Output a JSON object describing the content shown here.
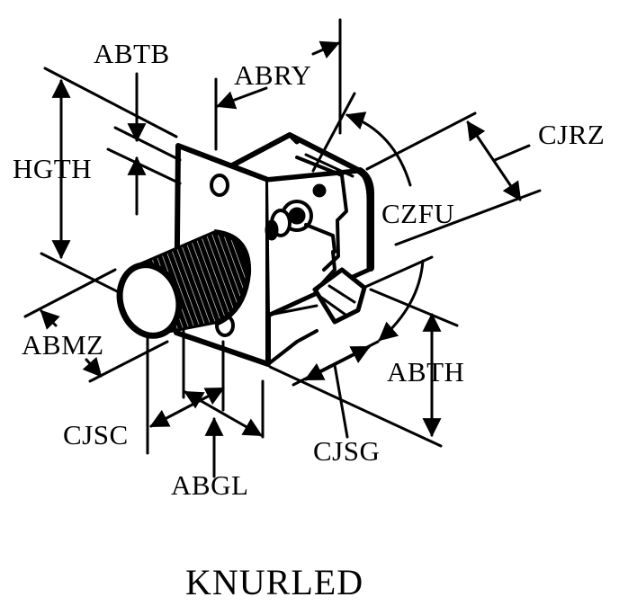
{
  "colors": {
    "ink": "#000000",
    "paper": "#ffffff"
  },
  "dimension_labels": {
    "abtb": "ABTB",
    "abry": "ABRY",
    "cjrz": "CJRZ",
    "hgth": "HGTH",
    "czfu": "CZFU",
    "abmz": "ABMZ",
    "abth": "ABTH",
    "cjsc": "CJSC",
    "cjsg": "CJSG",
    "abgl": "ABGL"
  },
  "caption": "KNURLED"
}
